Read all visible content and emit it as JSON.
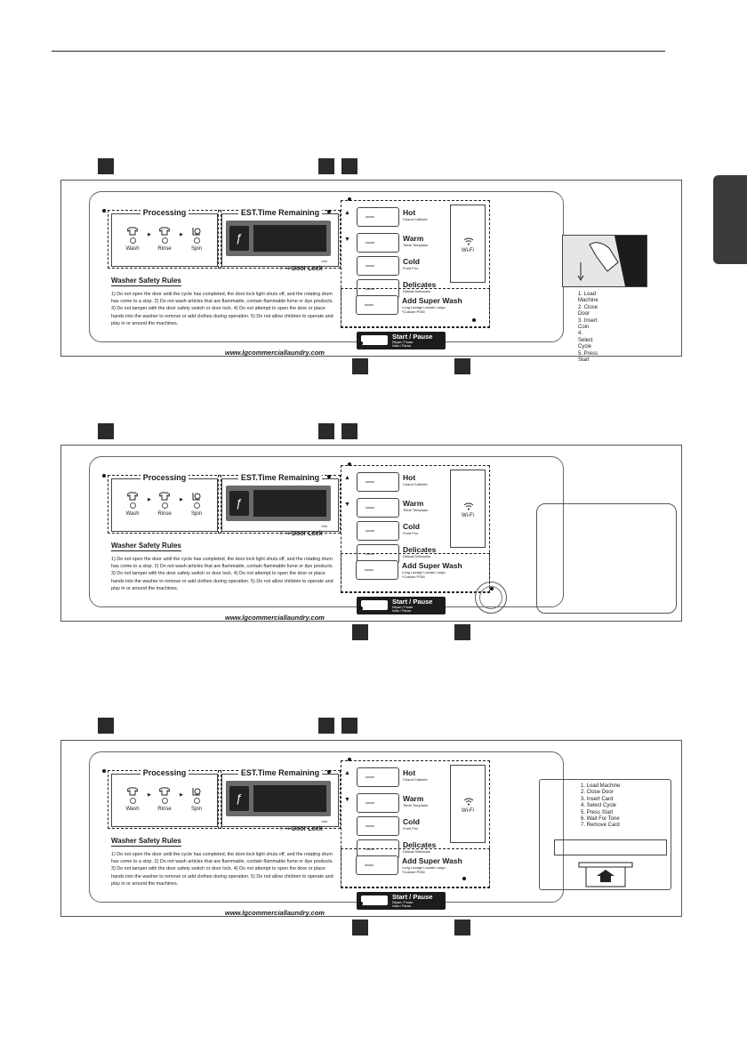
{
  "panel": {
    "processing_title": "Processing",
    "steps": [
      "Wash",
      "Rinse",
      "Spin"
    ],
    "est_title": "EST.Time Remaining",
    "min_label": "min",
    "door_lock": "Door Lock",
    "safety_title": "Washer Safety Rules",
    "safety_text": "1) Do not open the door until the cycle has completed, the door lock light shuts off, and the rotating drum has come to a stop. 2) Do not wash articles that are flammable, contain flammable fume or dye products. 3) Do not tamper with the door safety switch or door lock. 4) Do not attempt to open the door or place hands into the washer to remove or add clothes during operation. 5) Do not allow children to operate and play in or around the machines.",
    "website": "www.lgcommerciallaundry.com",
    "options": [
      {
        "label": "Hot",
        "sub": "Chaud Caliente"
      },
      {
        "label": "Warm",
        "sub": "Tiède Templado"
      },
      {
        "label": "Cold",
        "sub": "Froid Frío"
      },
      {
        "label": "Delicates",
        "sub": "Délicat Delicados"
      }
    ],
    "super_wash": {
      "label": "Add Super Wash",
      "sub": "Long Lavage Lavado Largo",
      "note": "*Custom PGM"
    },
    "wifi": "Wi-Fi",
    "start": {
      "label": "Start / Pause",
      "sub1": "Départ / Pause",
      "sub2": "Inicio / Pausa"
    }
  },
  "coin_instructions": [
    "1. Load Machine",
    "2. Close Door",
    "3. Insert Coin",
    "4. Select Cycle",
    "5. Press Start"
  ],
  "card_instructions": [
    "1. Load Machine",
    "2. Close Door",
    "3. Insert Card",
    "4. Select Cycle",
    "5. Press Start",
    "6. Wait For Tone",
    "7. Remove Card"
  ],
  "icons": {
    "tab": "section-tab",
    "lcd": "faucet-icon",
    "wifi": "wifi-icon"
  }
}
